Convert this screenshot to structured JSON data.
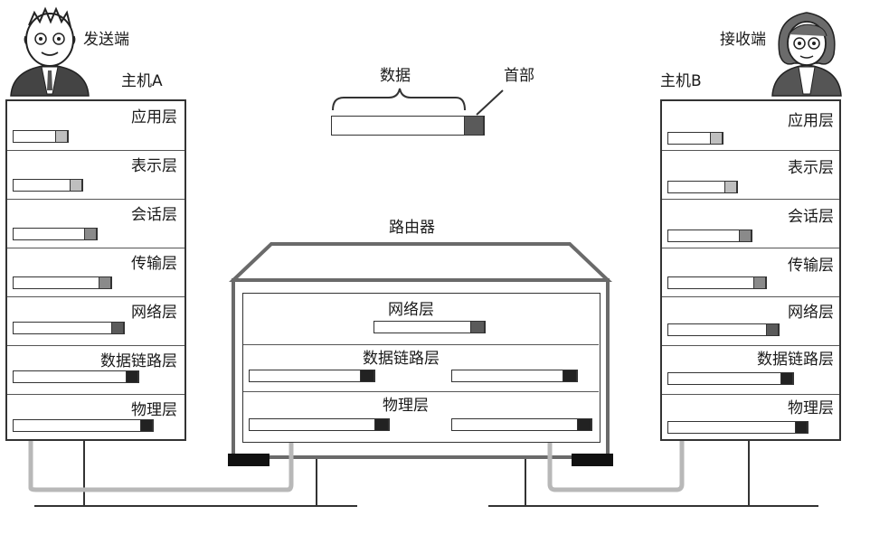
{
  "sender": {
    "role_label": "发送端",
    "host_label": "主机A"
  },
  "receiver": {
    "role_label": "接收端",
    "host_label": "主机B"
  },
  "legend": {
    "data_label": "数据",
    "header_label": "首部"
  },
  "router": {
    "title": "路由器",
    "layers": [
      "网络层",
      "数据链路层",
      "物理层"
    ]
  },
  "host_layers": [
    "应用层",
    "表示层",
    "会话层",
    "传输层",
    "网络层",
    "数据链路层",
    "物理层"
  ],
  "colors": {
    "outline": "#333333",
    "arrow": "#b8b8b8",
    "header_light": "#bfbfbf",
    "header_mid": "#8a8a8a",
    "header_dark": "#5a5a5a",
    "header_darkest": "#222222",
    "router_frame": "#6a6a6a"
  }
}
